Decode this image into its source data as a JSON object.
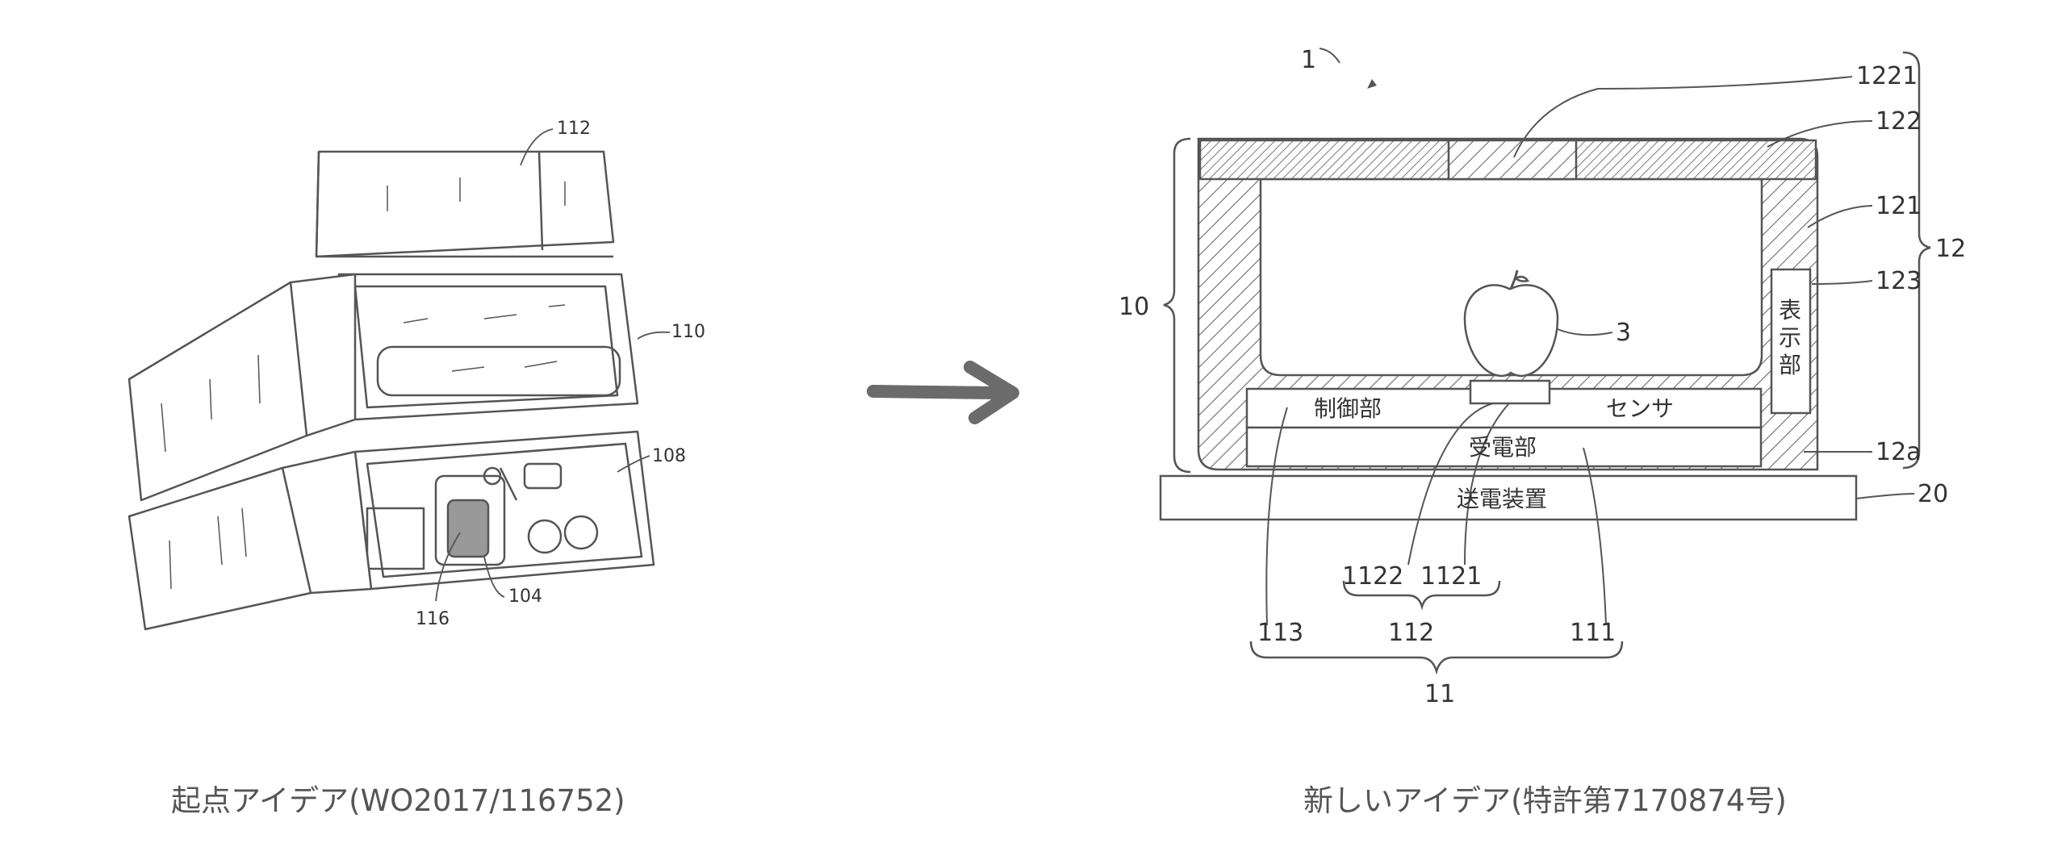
{
  "colors": {
    "line": "#555555",
    "arrow": "#6b6b6b",
    "caption": "#555555"
  },
  "left_figure": {
    "labels": {
      "l112": "112",
      "l110": "110",
      "l108": "108",
      "l104": "104",
      "l116": "116"
    }
  },
  "right_figure": {
    "labels": {
      "l1": "1",
      "l1221": "1221",
      "l122": "122",
      "l121": "121",
      "l12": "12",
      "l123": "123",
      "l10": "10",
      "l3": "3",
      "l12a": "12a",
      "l20": "20",
      "l1122": "1122",
      "l1121": "1121",
      "l112": "112",
      "l113": "113",
      "l111": "111",
      "l11": "11"
    },
    "text": {
      "control": "制御部",
      "sensor": "センサ",
      "receiver": "受電部",
      "transmitter": "送電装置",
      "display_1": "表",
      "display_2": "示",
      "display_3": "部"
    }
  },
  "captions": {
    "left": "起点アイデア(WO2017/116752)",
    "right": "新しいアイデア(特許第7170874号)"
  }
}
